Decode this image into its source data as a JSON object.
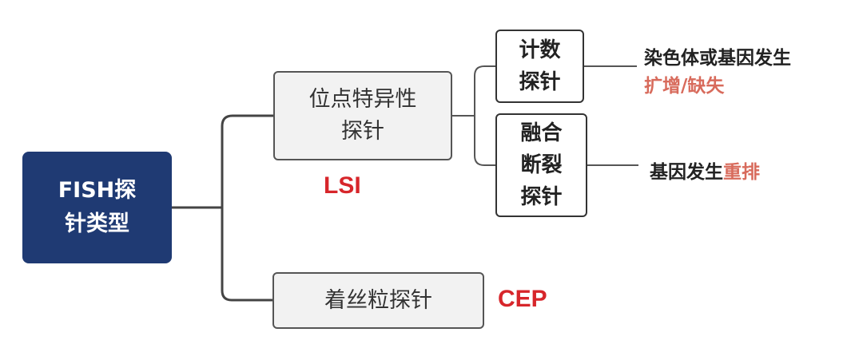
{
  "root": {
    "label": "FISH探针类型"
  },
  "nodes": {
    "lsi": {
      "label": "位点特异性探针"
    },
    "cep": {
      "label": "着丝粒探针"
    }
  },
  "tags": {
    "lsi": "LSI",
    "cep": "CEP"
  },
  "leaves": {
    "count": {
      "label": "计数探针"
    },
    "fusion": {
      "label": "融合断裂探针"
    }
  },
  "descriptions": {
    "count": {
      "line1": "染色体或基因发生",
      "line2_highlight": "扩增/缺失"
    },
    "fusion": {
      "prefix": "基因发生",
      "highlight": "重排"
    }
  },
  "colors": {
    "root_bg": "#1f3a73",
    "node_bg": "#f2f2f2",
    "tag_red": "#d7262b",
    "highlight_salmon": "#d86b5c"
  }
}
